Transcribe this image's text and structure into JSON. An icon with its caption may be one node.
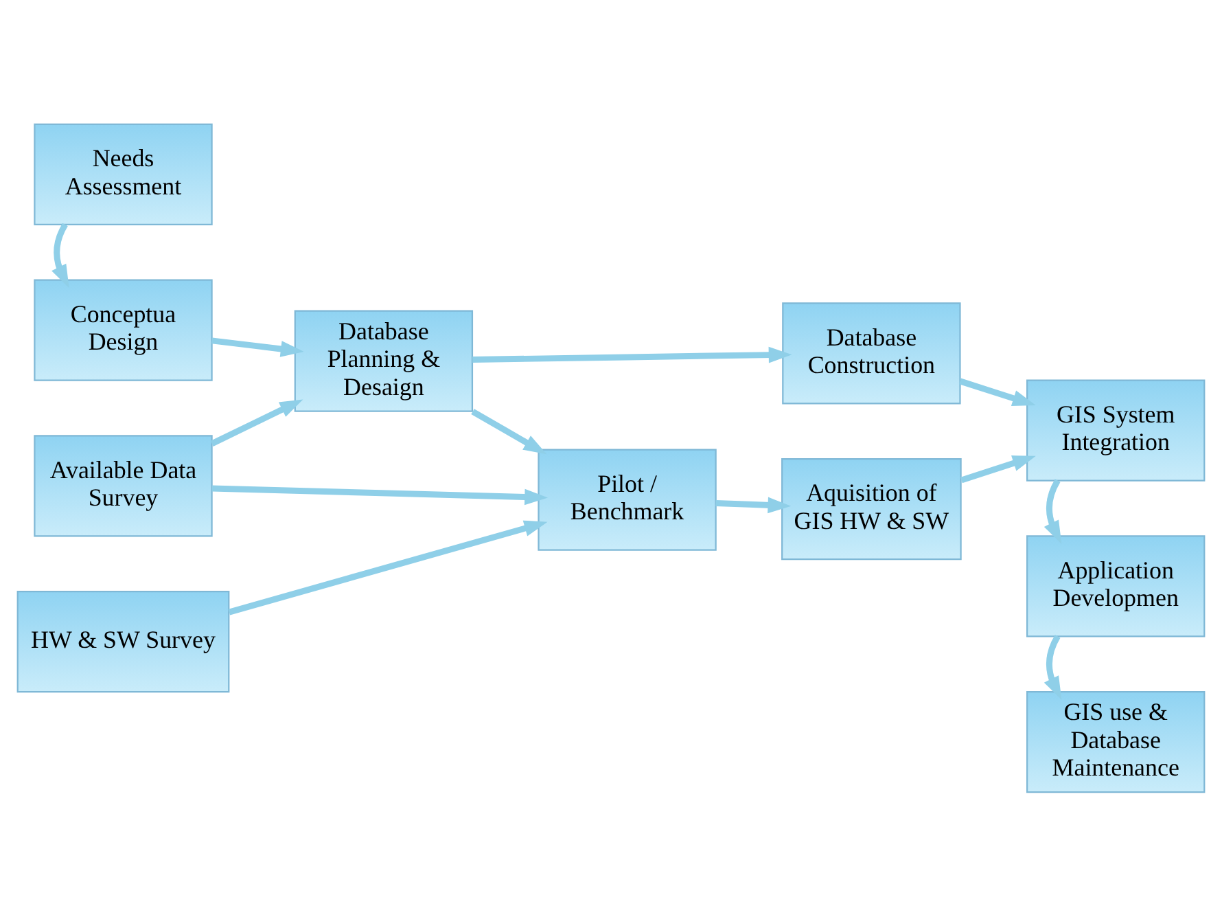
{
  "diagram": {
    "nodes": [
      {
        "text": [
          "Needs Assessment"
        ]
      },
      {
        "text": [
          "Conceptua Design"
        ]
      },
      {
        "text": [
          "Database Planning & Desaign"
        ]
      },
      {
        "text": [
          "Database Construction"
        ]
      },
      {
        "text": [
          "GIS System Integration"
        ]
      },
      {
        "text": [
          "Available Data Survey"
        ]
      },
      {
        "text": [
          "Pilot / Benchmark"
        ]
      },
      {
        "text": [
          "Aquisition of GIS HW & SW"
        ]
      },
      {
        "text": [
          "Application Developmen"
        ]
      },
      {
        "text": [
          "HW & SW Survey"
        ]
      },
      {
        "text": [
          "GIS use & Database Maintenance"
        ]
      }
    ],
    "edges": [
      {
        "from": 0,
        "to": 1,
        "arrow": "to"
      },
      {
        "from": 1,
        "to": 2,
        "arrow": "to"
      },
      {
        "from": 5,
        "to": 2,
        "arrow": "to"
      },
      {
        "from": 2,
        "to": 3,
        "arrow": "to"
      },
      {
        "from": 2,
        "to": 6,
        "arrow": "to"
      },
      {
        "from": 5,
        "to": 6,
        "arrow": "to"
      },
      {
        "from": 9,
        "to": 6,
        "arrow": "to"
      },
      {
        "from": 6,
        "to": 7,
        "arrow": "to"
      },
      {
        "from": 3,
        "to": 4,
        "arrow": "to"
      },
      {
        "from": 7,
        "to": 4,
        "arrow": "to"
      },
      {
        "from": 4,
        "to": 8,
        "arrow": "to"
      },
      {
        "from": 8,
        "to": 10,
        "arrow": "to"
      }
    ]
  }
}
